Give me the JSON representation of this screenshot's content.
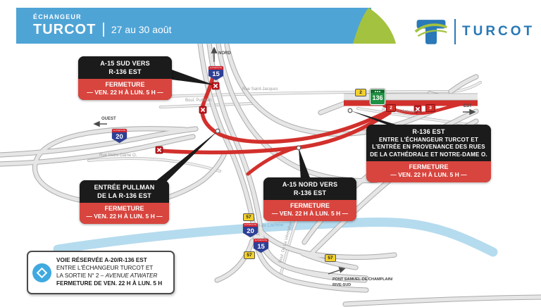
{
  "header": {
    "eyebrow": "ÉCHANGEUR",
    "title": "TURCOT",
    "date_range": "27 au 30 août"
  },
  "logo": {
    "brand": "TURCOT"
  },
  "callouts": {
    "a15_sud": {
      "lines": [
        "A-15 SUD VERS",
        "R-136 EST"
      ],
      "status": "FERMETURE",
      "period": "— VEN. 22 H À LUN. 5 H —"
    },
    "r136_est": {
      "lines": [
        "R-136 EST",
        "ENTRE L'ÉCHANGEUR TURCOT ET",
        "L'ENTRÉE EN PROVENANCE DES RUES",
        "DE LA CATHÉDRALE ET NOTRE-DAME O."
      ],
      "status": "FERMETURE",
      "period": "— VEN. 22 H À LUN. 5 H —"
    },
    "entree_pullman": {
      "lines": [
        "ENTRÉE PULLMAN",
        "DE LA R-136 EST"
      ],
      "status": "FERMETURE",
      "period": "— VEN. 22 H À LUN. 5 H —"
    },
    "a15_nord": {
      "lines": [
        "A-15 NORD VERS",
        "R-136 EST"
      ],
      "status": "FERMETURE",
      "period": "— VEN. 22 H À LUN. 5 H —"
    }
  },
  "reserved_lane_box": {
    "title": "VOIE RÉSERVÉE A-20/R-136 EST",
    "line2": "ENTRE L'ÉCHANGEUR TURCOT ET",
    "line3_prefix": "LA SORTIE N° 2 – ",
    "line3_italic": "AVENUE ATWATER",
    "line4": "FERMETURE DE VEN. 22 H À LUN. 5 H"
  },
  "map": {
    "shields": {
      "autoroute_caption": "AUTOROUTE",
      "a15_top": "15",
      "a20_left": "20",
      "a20_bottom": "20",
      "a15_bottom": "15",
      "r136": "136"
    },
    "street_labels": {
      "saint_jacques": "Rue Saint-Jacques",
      "pullman": "Boul. Pullman",
      "notre_dame": "Rue Notre-Dame O.",
      "saint_antoine": "Rue Saint-Antoine O.",
      "verendrye": "Boul. De La Vérendrye"
    },
    "canal_label": "Canal de Lachine",
    "direction_labels": {
      "north": "NORD",
      "west": "OUEST",
      "east": "EST"
    },
    "exit_tabs": {
      "yellow_2": "2",
      "red_2": "2",
      "red_3": "3",
      "yellow_57_a": "57",
      "yellow_57_b": "57",
      "yellow_57_c": "57"
    },
    "destination": {
      "line1": "PONT SAMUEL-DE CHAMPLAIN/",
      "line2": "RIVE-SUD"
    }
  },
  "colors": {
    "header_blue": "#4FA4D6",
    "leaf_green": "#A3C23F",
    "logo_blue": "#2878B6",
    "closure_red": "#D2302C",
    "callout_black": "#1b1b1b",
    "callout_red": "#D8453E",
    "road_gray": "#E6E6E6",
    "canal_blue": "#B5DBEE",
    "reserved_icon_blue": "#3FA9E0"
  }
}
